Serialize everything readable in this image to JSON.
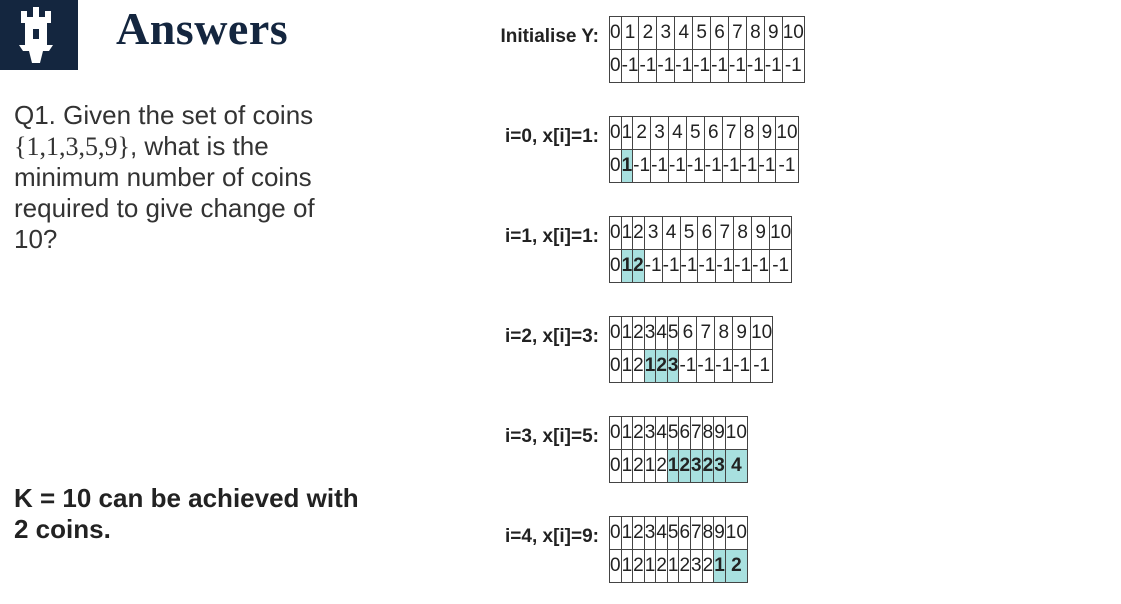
{
  "header": {
    "title": "Answers",
    "logo_icon": "castle-crest-icon"
  },
  "question": {
    "prefix": "Q1. Given the set of coins",
    "coin_set": "{1,1,3,5,9}",
    "suffix": ", what is the minimum number of coins required to give change of 10?"
  },
  "answer": {
    "text": "K = 10 can be achieved with 2 coins."
  },
  "colors": {
    "highlight": "#a8e0df",
    "logo_bg": "#14263f"
  },
  "steps": [
    {
      "label": "Initialise Y:",
      "index": [
        "0",
        "1",
        "2",
        "3",
        "4",
        "5",
        "6",
        "7",
        "8",
        "9",
        "10"
      ],
      "values": [
        "0",
        "-1",
        "-1",
        "-1",
        "-1",
        "-1",
        "-1",
        "-1",
        "-1",
        "-1",
        "-1"
      ],
      "highlight": []
    },
    {
      "label": "i=0, x[i]=1:",
      "index": [
        "0",
        "1",
        "2",
        "3",
        "4",
        "5",
        "6",
        "7",
        "8",
        "9",
        "10"
      ],
      "values": [
        "0",
        "1",
        "-1",
        "-1",
        "-1",
        "-1",
        "-1",
        "-1",
        "-1",
        "-1",
        "-1"
      ],
      "highlight": [
        1
      ]
    },
    {
      "label": "i=1, x[i]=1:",
      "index": [
        "0",
        "1",
        "2",
        "3",
        "4",
        "5",
        "6",
        "7",
        "8",
        "9",
        "10"
      ],
      "values": [
        "0",
        "1",
        "2",
        "-1",
        "-1",
        "-1",
        "-1",
        "-1",
        "-1",
        "-1",
        "-1"
      ],
      "highlight": [
        1,
        2
      ]
    },
    {
      "label": "i=2, x[i]=3:",
      "index": [
        "0",
        "1",
        "2",
        "3",
        "4",
        "5",
        "6",
        "7",
        "8",
        "9",
        "10"
      ],
      "values": [
        "0",
        "1",
        "2",
        "1",
        "2",
        "3",
        "-1",
        "-1",
        "-1",
        "-1",
        "-1"
      ],
      "highlight": [
        3,
        4,
        5
      ]
    },
    {
      "label": "i=3, x[i]=5:",
      "index": [
        "0",
        "1",
        "2",
        "3",
        "4",
        "5",
        "6",
        "7",
        "8",
        "9",
        "10"
      ],
      "values": [
        "0",
        "1",
        "2",
        "1",
        "2",
        "1",
        "2",
        "3",
        "2",
        "3",
        "4"
      ],
      "highlight": [
        5,
        6,
        7,
        8,
        9,
        10
      ]
    },
    {
      "label": "i=4, x[i]=9:",
      "index": [
        "0",
        "1",
        "2",
        "3",
        "4",
        "5",
        "6",
        "7",
        "8",
        "9",
        "10"
      ],
      "values": [
        "0",
        "1",
        "2",
        "1",
        "2",
        "1",
        "2",
        "3",
        "2",
        "1",
        "2"
      ],
      "highlight": [
        9,
        10
      ]
    }
  ]
}
